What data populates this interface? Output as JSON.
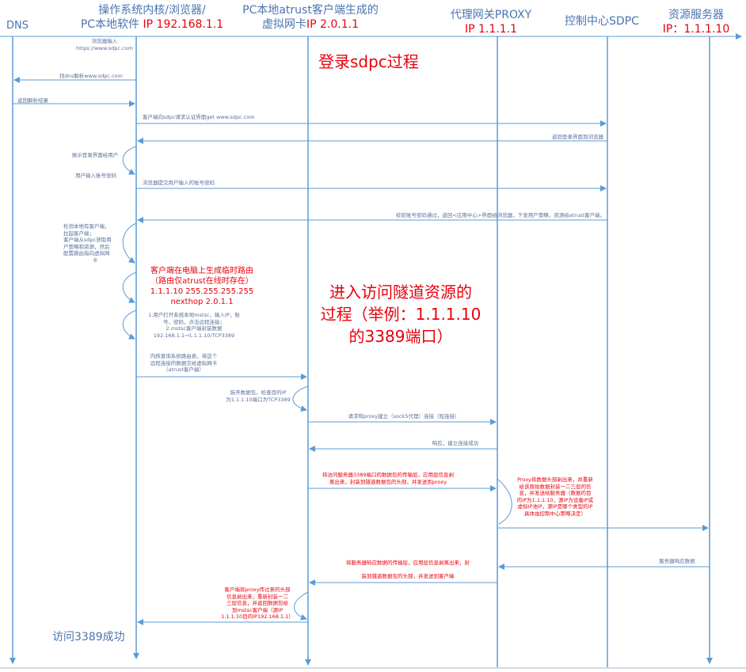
{
  "headers": {
    "dns": "DNS",
    "browser_line1": "操作系统内核/浏览器/",
    "browser_line2_a": "PC本地软件 ",
    "browser_line2_b": "IP 192.168.1.1",
    "vnic_line1": "PC本地atrust客户端生成的",
    "vnic_line2_a": "虚拟网卡",
    "vnic_line2_b": "IP 2.0.1.1",
    "proxy_line1": "代理网关PROXY",
    "proxy_line2": "IP 1.1.1.1",
    "sdpc": "控制中心SDPC",
    "resource_line1": "资源服务器",
    "resource_line2": "IP：1.1.1.10"
  },
  "titles": {
    "login": "登录sdpc过程",
    "tunnel_line1": "进入访问隧道资源的",
    "tunnel_line2": "过程（举例：1.1.1.10",
    "tunnel_line3": "的3389端口）",
    "success": "访问3389成功"
  },
  "route_note": {
    "line1": "客户端在电脑上生成临时路由",
    "line2": "（路由仅atrust在线时存在）",
    "line3": "1.1.1.10 255.255.255.255",
    "line4": "nexthop 2.0.1.1"
  },
  "messages": {
    "m1_a": "浏览器输入",
    "m1_b": "https://www.sdpc.com",
    "m2": "找dns解析www.sdpc.com",
    "m3": "返回解析结果",
    "m4": "客户端向sdpc请求认证界面get www.sdpc.com",
    "m5": "返回登录界面到浏览器",
    "m6": "展示登录界面给用户",
    "m7": "用户输入账号密码",
    "m8": "浏览器提交用户输入的账号密码",
    "m9": "校验账号密码通过，返回<应用中心>界面给浏览器，下发用户策略，资源给atrust客户端。",
    "m10_a": "检测本地有客户端，",
    "m10_b": "拉起客户端；",
    "m10_c": "客户端从sdpc获取用",
    "m10_d": "户策略和资源，然后",
    "m10_e": "配置路由指向虚拟网",
    "m10_f": "卡",
    "m11_a": "1.用户打开系统本地mstsc，输入IP，账",
    "m11_b": "号，密码，点击远程连接；",
    "m11_c": "2.mstsc客户端封装数据",
    "m11_d": "192.168.1.1→1.1.1.10/TCP3389",
    "m12_a": "内核查询系统路由表，将这个",
    "m12_b": "远程连接的数据交给虚拟网卡",
    "m12_c": "（atrust客户端）",
    "m13_a": "拆开数据包，检查目的IP",
    "m13_b": "为1.1.1.10端口为TCP3389",
    "m14": "请求和proxy建立（sock5代理）连接（短连接）",
    "m15": "响应，建立连接成功",
    "m16_a": "将访问服务器3389端口的数据包的传输层，应用层信息剥",
    "m16_b": "离出来，封装到隧道数据包的头部，并发送到proxy",
    "m17_a": "Proxy将数据头部剥出来，并重新",
    "m17_b": "给该原始数据封装一二三层的信",
    "m17_c": "息，并发送给服务器（数据的目",
    "m17_d": "的IP为1.1.1.10，源IP为设备IP或",
    "m17_e": "虚拟IP池IP，源IP是哪个类型的IP",
    "m17_f": "具体由控制中心策略决定）",
    "m18": "服务器响应数据",
    "m19_a": "将服务器响应数据的传输层，应用层信息剥离出来，封",
    "m19_b": "装到隧道数据包的头部，并发送到客户端",
    "m20_a": "客户端将proxy传过来的头部",
    "m20_b": "信息剥出来，重新封装一二",
    "m20_c": "三层信息，并返回数据包给",
    "m20_d": "到mstsc客户端（源IP",
    "m20_e": "1.1.1.10目的IP192.168.1.1）"
  },
  "colors": {
    "line": "#5b9bd5",
    "header_blue": "#4a74b0",
    "red": "#e8000b",
    "label": "#5a6f9a"
  }
}
